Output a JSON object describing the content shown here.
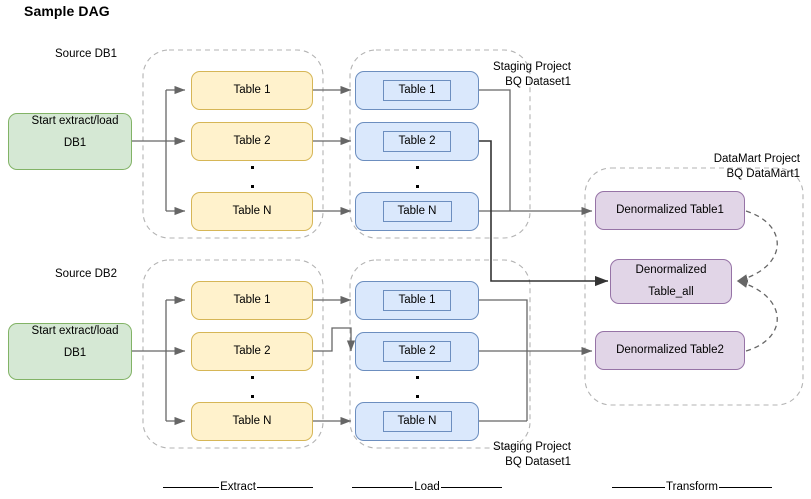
{
  "diagram": {
    "title": "Sample DAG",
    "groups": {
      "source_db1": "Source DB1",
      "source_db2": "Source DB2",
      "staging_top_line1": "Staging Project",
      "staging_top_line2": "BQ Dataset1",
      "staging_bottom_line1": "Staging Project",
      "staging_bottom_line2": "BQ Dataset1",
      "datamart_line1": "DataMart Project",
      "datamart_line2": "BQ DataMart1"
    },
    "start_nodes": [
      {
        "line1": "Start extract/load",
        "line2": "DB1"
      },
      {
        "line1": "Start extract/load",
        "line2": "DB1"
      }
    ],
    "extract_top": [
      "Table 1",
      "Table 2",
      "Table N"
    ],
    "extract_bottom": [
      "Table 1",
      "Table 2",
      "Table N"
    ],
    "load_top": [
      "Table 1",
      "Table 2",
      "Table N"
    ],
    "load_bottom": [
      "Table 1",
      "Table 2",
      "Table N"
    ],
    "transform": [
      {
        "line1": "Denormalized Table1"
      },
      {
        "line1": "Denormalized",
        "line2": "Table_all"
      },
      {
        "line1": "Denormalized Table2"
      }
    ],
    "phases": [
      "Extract",
      "Load",
      "Transform"
    ],
    "colors": {
      "green_fill": "#d5e8d4",
      "green_stroke": "#82b366",
      "yellow_fill": "#fff2cc",
      "yellow_stroke": "#d6b656",
      "blue_fill": "#dae8fc",
      "blue_stroke": "#6c8ebf",
      "purple_fill": "#e1d5e7",
      "purple_stroke": "#9673a6",
      "edge": "#666666",
      "edge_dark": "#333333",
      "container_dash": "#b3b3b3",
      "background": "#ffffff"
    }
  }
}
